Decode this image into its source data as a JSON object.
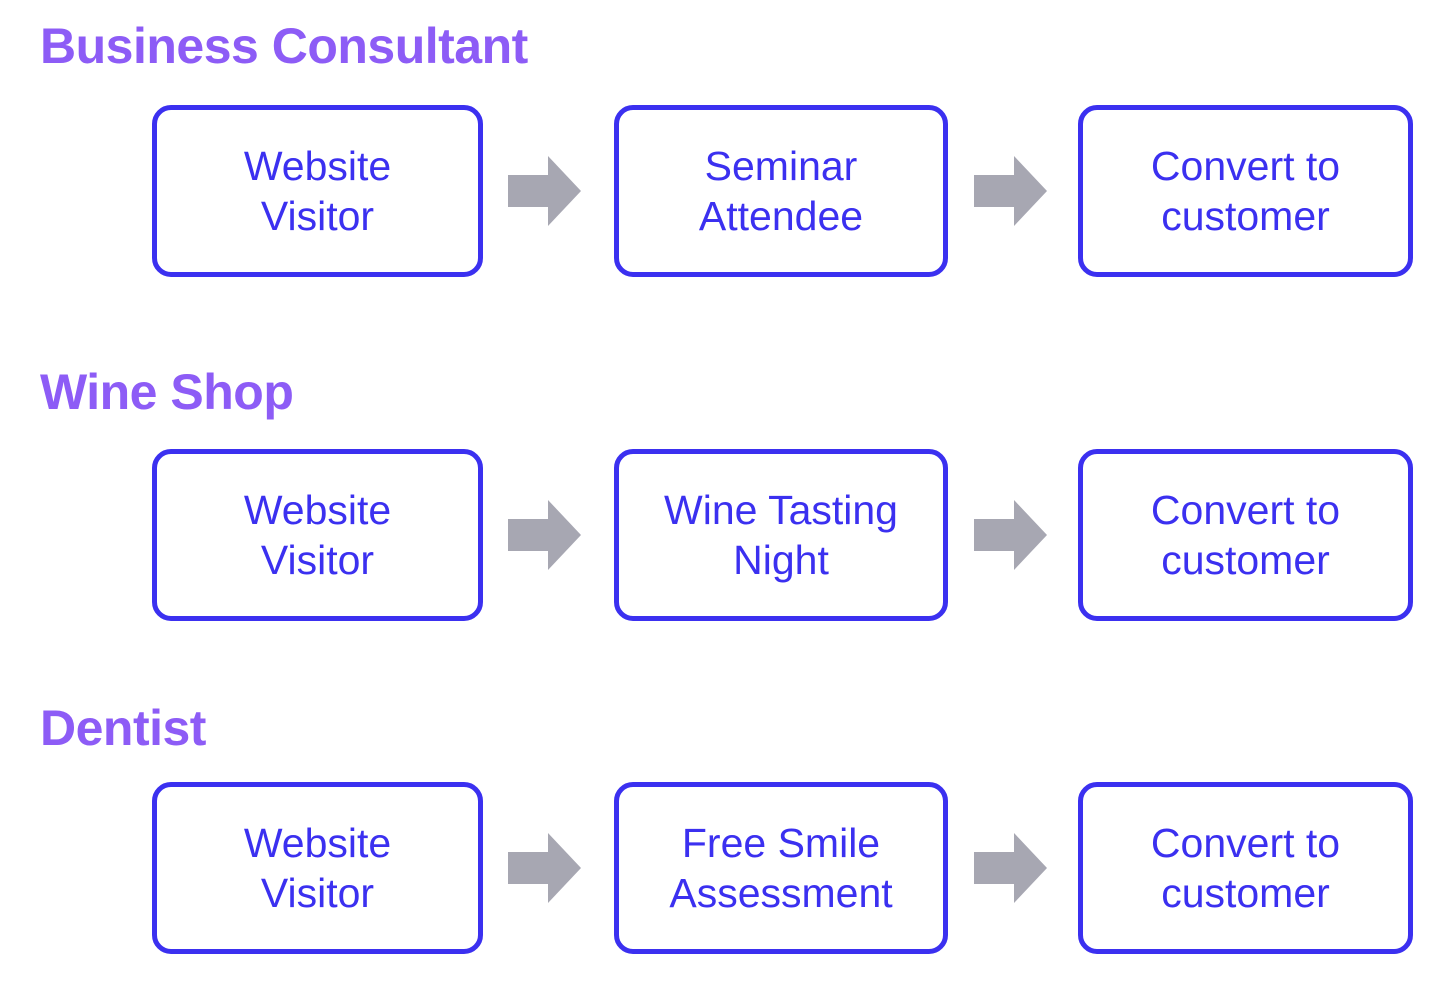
{
  "page": {
    "background_color": "#ffffff",
    "heading_color": "#8d5cf6",
    "box_border_color": "#3b30f0",
    "box_text_color": "#3b30f0",
    "box_fill_color": "#ffffff",
    "arrow_color": "#a7a7b2"
  },
  "sections": [
    {
      "heading": "Business Consultant",
      "steps": [
        {
          "label": "Website\nVisitor"
        },
        {
          "label": "Seminar\nAttendee"
        },
        {
          "label": "Convert to\ncustomer"
        }
      ],
      "arrows": [
        {
          "icon": "right-arrow-icon"
        },
        {
          "icon": "right-arrow-icon"
        }
      ]
    },
    {
      "heading": "Wine Shop",
      "steps": [
        {
          "label": "Website\nVisitor"
        },
        {
          "label": "Wine Tasting\nNight"
        },
        {
          "label": "Convert to\ncustomer"
        }
      ],
      "arrows": [
        {
          "icon": "right-arrow-icon"
        },
        {
          "icon": "right-arrow-icon"
        }
      ]
    },
    {
      "heading": "Dentist",
      "steps": [
        {
          "label": "Website\nVisitor"
        },
        {
          "label": "Free Smile\nAssessment"
        },
        {
          "label": "Convert to\ncustomer"
        }
      ],
      "arrows": [
        {
          "icon": "right-arrow-icon"
        },
        {
          "icon": "right-arrow-icon"
        }
      ]
    }
  ]
}
